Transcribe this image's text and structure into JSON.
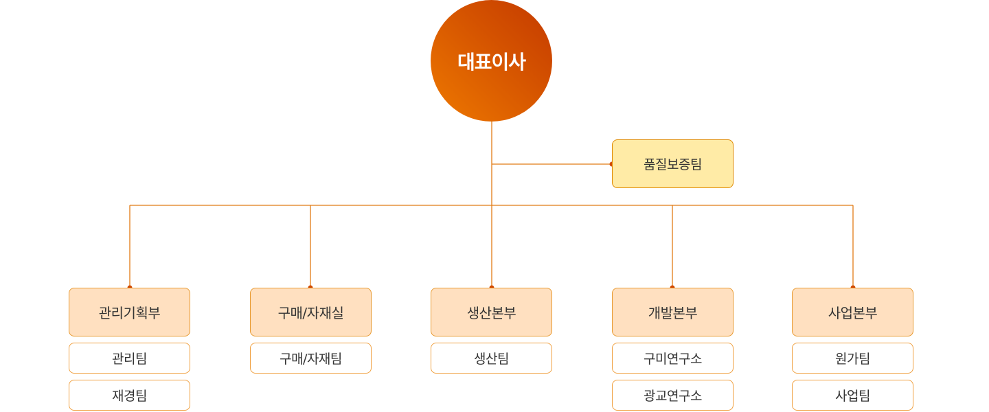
{
  "ceo": {
    "label": "대표이사"
  },
  "qa_team": {
    "label": "품질보증팀"
  },
  "departments": [
    {
      "label": "관리기획부",
      "teams": [
        "관리팀",
        "재경팀"
      ]
    },
    {
      "label": "구매/자재실",
      "teams": [
        "구매/자재팀"
      ]
    },
    {
      "label": "생산본부",
      "teams": [
        "생산팀"
      ]
    },
    {
      "label": "개발본부",
      "teams": [
        "구미연구소",
        "광교연구소"
      ]
    },
    {
      "label": "사업본부",
      "teams": [
        "원가팀",
        "사업팀"
      ]
    }
  ],
  "colors": {
    "ceo_gradient_start": "#c43a00",
    "ceo_gradient_end": "#ee7900",
    "line": "#e17b15",
    "dot": "#d04a00",
    "qa_fill": "#ffeba6",
    "dept_fill": "#ffe0c0",
    "team_fill": "#ffffff"
  }
}
